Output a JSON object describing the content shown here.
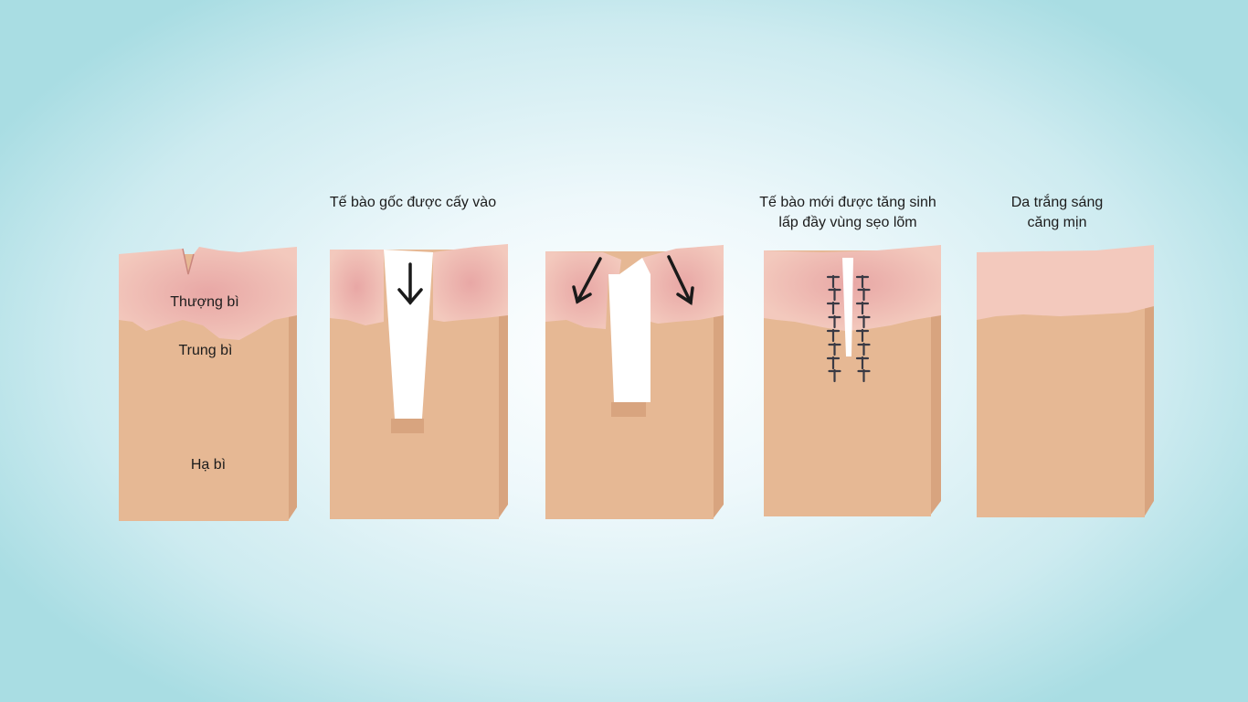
{
  "captions": {
    "step2": "Tế bào gốc được cấy vào",
    "step4_line1": "Tế bào mới được tăng sinh",
    "step4_line2": "lấp đầy vùng sẹo lõm",
    "step5_line1": "Da trắng sáng",
    "step5_line2": "căng mịn"
  },
  "layers": {
    "epidermis": "Thượng bì",
    "dermis": "Trung bì",
    "hypodermis": "Hạ bì"
  },
  "colors": {
    "background_center": "#ffffff",
    "background_edge": "#a9dde3",
    "skin_body": "#e6b894",
    "skin_side": "#d8a47f",
    "epidermis": "#f3c9bd",
    "epidermis_blush": "#e8a7a5",
    "arrow": "#1a1a1a",
    "stitch": "#3a3a44"
  }
}
